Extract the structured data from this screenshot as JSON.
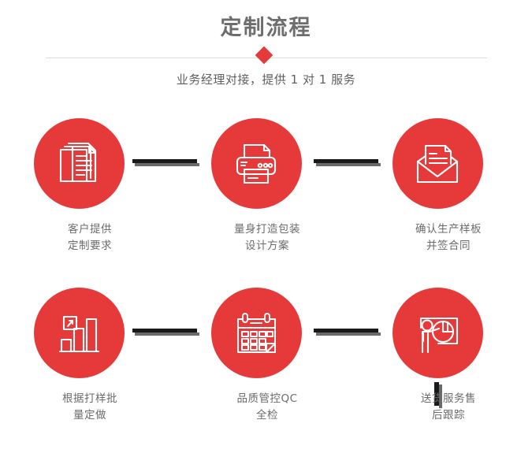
{
  "header": {
    "title": "定制流程",
    "subtitle": "业务经理对接，提供 1 对 1 服务",
    "divider_icon": "diamond-icon"
  },
  "theme": {
    "accent_red": "#e63a3a",
    "title_gray": "#6d6d6d",
    "caption_gray": "#6b6b6b",
    "connector_dark": "#191919",
    "connector_shadow": "#6a6a6a",
    "divider_line": "#dcdcdc",
    "background": "#ffffff"
  },
  "flow": {
    "rows": [
      {
        "steps": [
          {
            "icon": "documents-stack-icon",
            "line1": "客户提供",
            "line2": "定制要求"
          },
          {
            "icon": "printer-icon",
            "line1": "量身打造包装",
            "line2": "设计方案"
          },
          {
            "icon": "envelope-document-icon",
            "line1": "确认生产样板",
            "line2": "并签合同"
          }
        ]
      },
      {
        "steps": [
          {
            "icon": "bar-chart-growth-icon",
            "line1": "根据打样批",
            "line2": "量定做"
          },
          {
            "icon": "calendar-icon",
            "line1": "品质管控QC",
            "line2": "全检"
          },
          {
            "icon": "presenter-pie-chart-icon",
            "line1": "送货服务售",
            "line2": "后跟踪"
          }
        ]
      }
    ]
  }
}
